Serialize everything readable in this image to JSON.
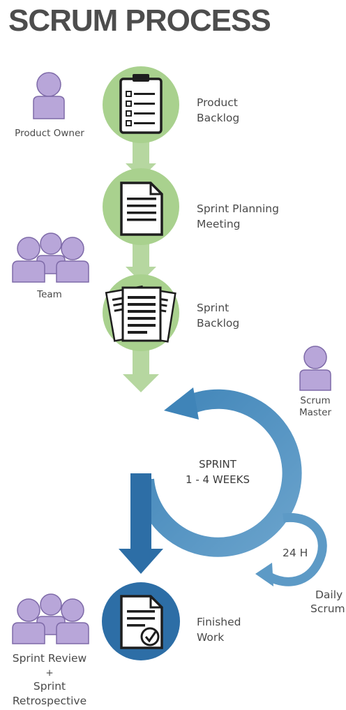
{
  "title": "SCRUM PROCESS",
  "roles": {
    "product_owner": "Product Owner",
    "team": "Team",
    "scrum_master_line1": "Scrum",
    "scrum_master_line2": "Master",
    "review_line1": "Sprint Review",
    "review_plus": "+",
    "review_line2": "Sprint",
    "review_line3": "Retrospective"
  },
  "steps": {
    "product_backlog_line1": "Product",
    "product_backlog_line2": "Backlog",
    "planning_line1": "Sprint Planning",
    "planning_line2": "Meeting",
    "sprint_backlog_line1": "Sprint",
    "sprint_backlog_line2": "Backlog",
    "finished_line1": "Finished",
    "finished_line2": "Work"
  },
  "cycle": {
    "sprint_line1": "SPRINT",
    "sprint_line2": "1 - 4 WEEKS",
    "daily_duration": "24 H",
    "daily_line1": "Daily",
    "daily_line2": "Scrum"
  },
  "colors": {
    "green_circle": "#a9d18e",
    "green_arrow": "#b6d7a0",
    "blue_ring": "#4f8fbd",
    "blue_dark": "#2d6ea6",
    "person": "#b8a6d9",
    "person_stroke": "#7e6aa8"
  }
}
